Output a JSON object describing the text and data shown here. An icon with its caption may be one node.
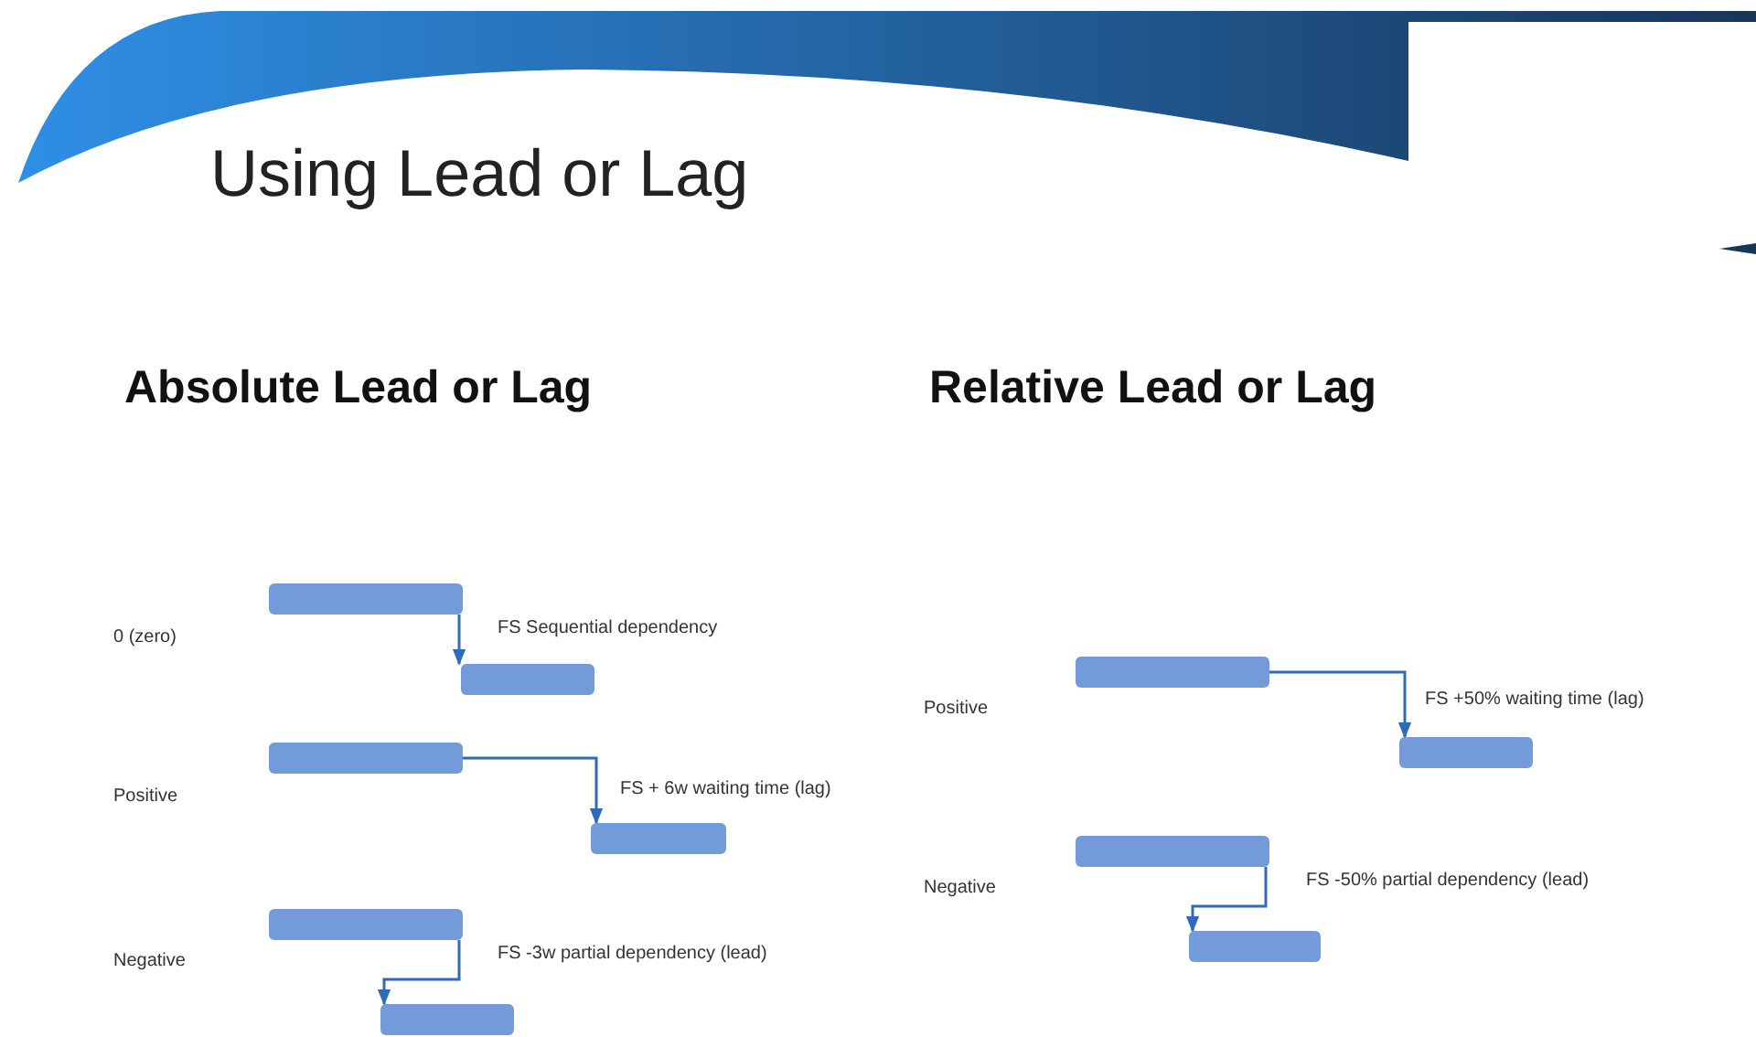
{
  "diagram": {
    "title": "Using Lead or Lag",
    "nodes": [
      {
        "text": [],
        "shape": "bar"
      },
      {
        "text": [],
        "shape": "bar"
      },
      {
        "text": [],
        "shape": "bar"
      },
      {
        "text": [],
        "shape": "bar"
      },
      {
        "text": [],
        "shape": "bar"
      },
      {
        "text": [],
        "shape": "bar"
      },
      {
        "text": [],
        "shape": "bar"
      },
      {
        "text": [],
        "shape": "bar"
      },
      {
        "text": [],
        "shape": "bar"
      },
      {
        "text": [],
        "shape": "bar"
      }
    ],
    "edges": [
      {
        "from": 0,
        "to": 1,
        "arrow": "to",
        "label": "FS Sequential dependency"
      },
      {
        "from": 2,
        "to": 3,
        "arrow": "to",
        "label": "FS + 6w waiting time (lag)"
      },
      {
        "from": 4,
        "to": 5,
        "arrow": "to",
        "label": "FS -3w partial dependency (lead)"
      },
      {
        "from": 6,
        "to": 7,
        "arrow": "to",
        "label": "FS +50% waiting time (lag)"
      },
      {
        "from": 8,
        "to": 9,
        "arrow": "to",
        "label": "FS -50% partial dependency (lead)"
      }
    ],
    "labels": [
      "Absolute Lead or Lag",
      "Relative Lead or Lag",
      "0 (zero)",
      "Positive",
      "Negative",
      "Positive",
      "Negative"
    ]
  }
}
